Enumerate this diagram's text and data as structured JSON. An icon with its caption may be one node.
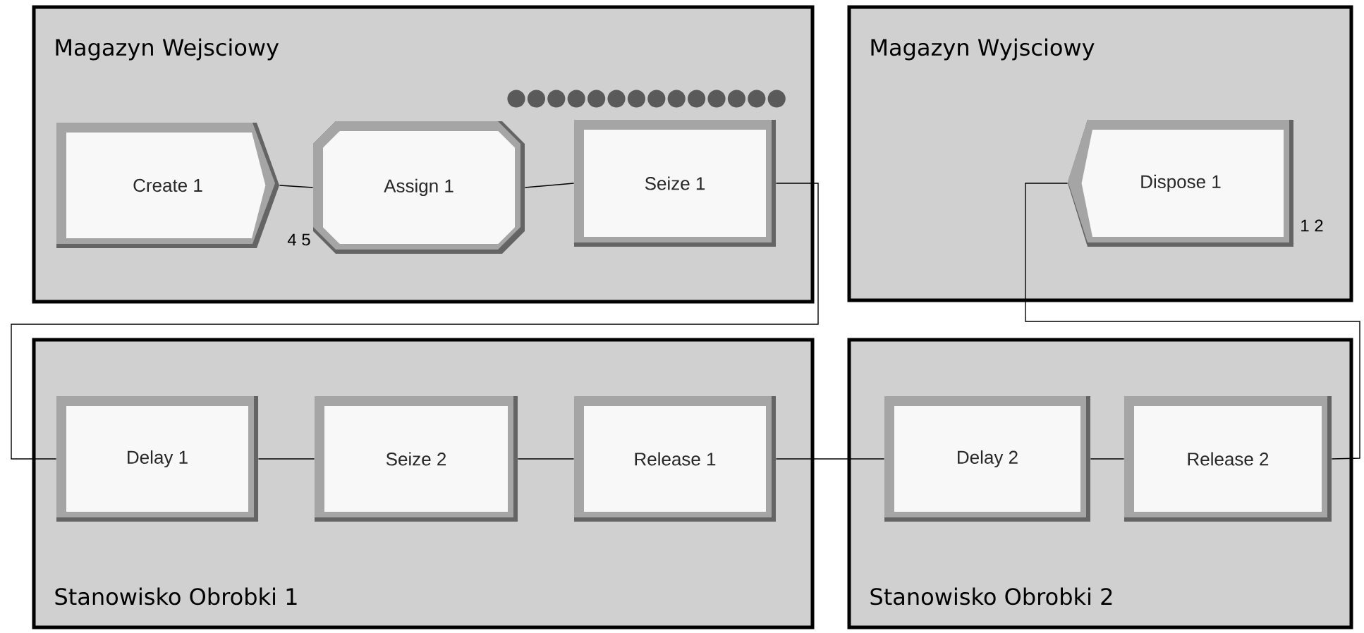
{
  "diagram": {
    "nodes": [
      {
        "text": [
          "Magazyn Wejsciowy"
        ]
      },
      {
        "text": [
          "Create 1"
        ],
        "in": 0,
        "beside": [
          "4 5"
        ]
      },
      {
        "text": [
          "Assign 1"
        ],
        "in": 0
      },
      {
        "text": [
          "Seize 1"
        ],
        "in": 0
      },
      {
        "text": [
          "Magazyn Wyjsciowy"
        ]
      },
      {
        "text": [
          "Dispose 1"
        ],
        "in": 4,
        "beside": [
          "1 2"
        ]
      },
      {
        "text": [
          "Stanowisko Obrobki 1"
        ]
      },
      {
        "text": [
          "Delay 1"
        ],
        "in": 6
      },
      {
        "text": [
          "Seize 2"
        ],
        "in": 6
      },
      {
        "text": [
          "Release 1"
        ],
        "in": 6
      },
      {
        "text": [
          "Stanowisko Obrobki 2"
        ]
      },
      {
        "text": [
          "Delay 2"
        ],
        "in": 10
      },
      {
        "text": [
          "Release 2"
        ],
        "in": 10
      }
    ],
    "edges": [
      {
        "from": 1,
        "to": 2,
        "arrow": "none"
      },
      {
        "from": 2,
        "to": 3,
        "arrow": "none"
      },
      {
        "from": 3,
        "to": 7,
        "arrow": "none"
      },
      {
        "from": 7,
        "to": 8,
        "arrow": "none"
      },
      {
        "from": 8,
        "to": 9,
        "arrow": "none"
      },
      {
        "from": 9,
        "to": 11,
        "arrow": "none"
      },
      {
        "from": 11,
        "to": 12,
        "arrow": "none"
      },
      {
        "from": 12,
        "to": 5,
        "arrow": "none"
      }
    ]
  }
}
